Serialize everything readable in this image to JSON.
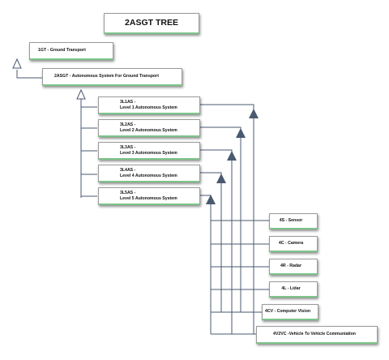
{
  "title": "2ASGT TREE",
  "root": "1GT - Ground Transport",
  "parent": "2ASGT - Autonomous System For Ground Transport",
  "levels": [
    {
      "code": "3L1AS -",
      "label": "Level 1 Autonomous System"
    },
    {
      "code": "3L2AS -",
      "label": "Level 2 Autonomous System"
    },
    {
      "code": "3L3AS -",
      "label": "Level 3 Autonomous System"
    },
    {
      "code": "3L4AS -",
      "label": "Level 4 Autonomous System"
    },
    {
      "code": "3L5AS -",
      "label": "Level 5 Autonomous System"
    }
  ],
  "components": [
    "4S - Sensor",
    "4C - Camera",
    "4R - Radar",
    "4L - Lidar",
    "4CV - Computer Vision",
    "4V2VC -Vehicle To Vehicle Communiation"
  ],
  "colors": {
    "line": "#4a5a70",
    "accent_border": "#7cc48a"
  }
}
